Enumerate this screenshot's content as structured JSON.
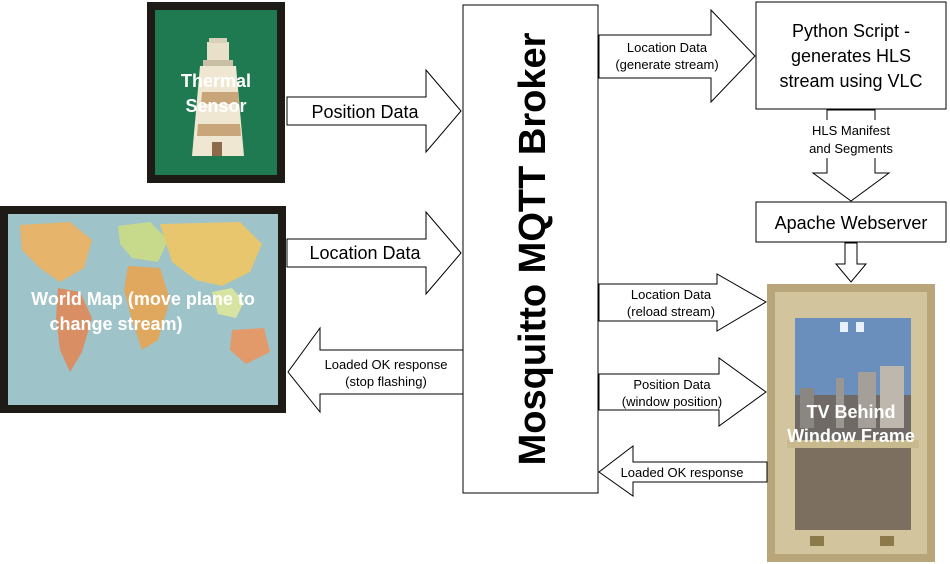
{
  "nodes": {
    "thermal_sensor": {
      "line1": "Thermal",
      "line2": "Sensor"
    },
    "world_map": {
      "line1": "World Map (move plane to",
      "line2": "change stream)"
    },
    "broker": {
      "label": "Mosquitto MQTT Broker"
    },
    "python_script": {
      "line1": "Python Script -",
      "line2": "generates HLS",
      "line3": "stream using VLC"
    },
    "apache": {
      "label": "Apache Webserver"
    },
    "tv_window": {
      "line1": "TV Behind",
      "line2": "Window Frame"
    }
  },
  "arrows": {
    "sensor_to_broker": {
      "label": "Position Data"
    },
    "map_to_broker": {
      "label": "Location Data"
    },
    "broker_to_map": {
      "line1": "Loaded OK response",
      "line2": "(stop flashing)"
    },
    "broker_to_python": {
      "line1": "Location Data",
      "line2": "(generate stream)"
    },
    "python_to_apache": {
      "line1": "HLS Manifest",
      "line2": "and Segments"
    },
    "broker_to_tv_reload": {
      "line1": "Location Data",
      "line2": "(reload stream)"
    },
    "broker_to_tv_position": {
      "line1": "Position Data",
      "line2": "(window position)"
    },
    "tv_to_broker": {
      "label": "Loaded OK response"
    }
  },
  "colors": {
    "sensor_green": "#1f7a52",
    "map_water": "#9ec3c9",
    "frame_dark": "#1e1a16",
    "window_wood": "#c8b98e",
    "sky": "#6a8fbd"
  }
}
